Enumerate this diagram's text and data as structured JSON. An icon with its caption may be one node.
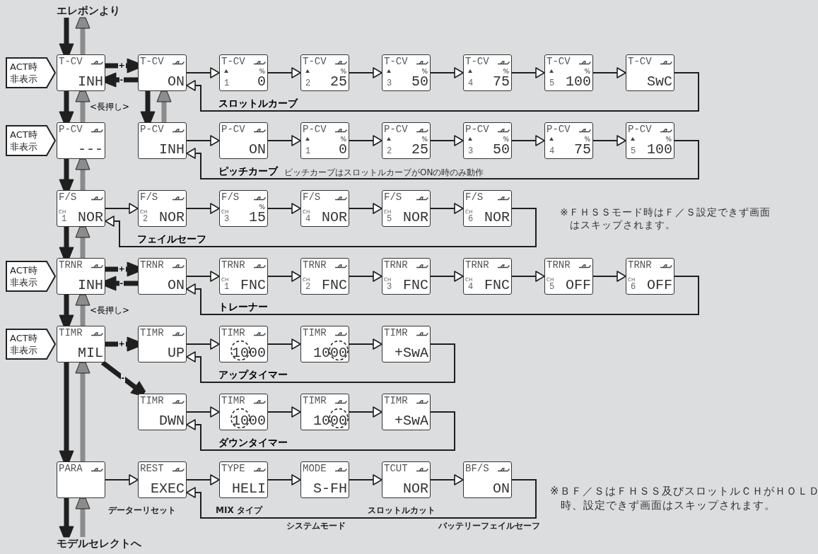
{
  "diagram": {
    "nodes": [
      {
        "text": [
          "エレボンより"
        ]
      },
      {
        "text": [
          "ACT時非表示"
        ]
      },
      {
        "text": [
          "T-CV",
          "INH"
        ]
      },
      {
        "text": [
          "T-CV",
          "ON"
        ]
      },
      {
        "text": [
          "T-CV",
          "1",
          "%",
          "0"
        ]
      },
      {
        "text": [
          "T-CV",
          "2",
          "%",
          "25"
        ]
      },
      {
        "text": [
          "T-CV",
          "3",
          "%",
          "50"
        ]
      },
      {
        "text": [
          "T-CV",
          "4",
          "%",
          "75"
        ]
      },
      {
        "text": [
          "T-CV",
          "5",
          "%",
          "100"
        ]
      },
      {
        "text": [
          "T-CV",
          "SwC"
        ]
      },
      {
        "text": [
          "ACT時非表示"
        ]
      },
      {
        "text": [
          "P-CV",
          "---"
        ]
      },
      {
        "text": [
          "P-CV",
          "INH"
        ]
      },
      {
        "text": [
          "P-CV",
          "ON"
        ]
      },
      {
        "text": [
          "P-CV",
          "1",
          "%",
          "0"
        ]
      },
      {
        "text": [
          "P-CV",
          "2",
          "%",
          "25"
        ]
      },
      {
        "text": [
          "P-CV",
          "3",
          "%",
          "50"
        ]
      },
      {
        "text": [
          "P-CV",
          "4",
          "%",
          "75"
        ]
      },
      {
        "text": [
          "P-CV",
          "5",
          "%",
          "100"
        ]
      },
      {
        "text": [
          "F/S",
          "CH",
          "1",
          "NOR"
        ]
      },
      {
        "text": [
          "F/S",
          "CH",
          "2",
          "NOR"
        ]
      },
      {
        "text": [
          "F/S",
          "CH",
          "3",
          "%",
          "15"
        ]
      },
      {
        "text": [
          "F/S",
          "CH",
          "4",
          "NOR"
        ]
      },
      {
        "text": [
          "F/S",
          "CH",
          "5",
          "NOR"
        ]
      },
      {
        "text": [
          "F/S",
          "CH",
          "6",
          "NOR"
        ]
      },
      {
        "text": [
          "ACT時非表示"
        ]
      },
      {
        "text": [
          "TRNR",
          "INH"
        ]
      },
      {
        "text": [
          "TRNR",
          "ON"
        ]
      },
      {
        "text": [
          "TRNR",
          "CH",
          "1",
          "FNC"
        ]
      },
      {
        "text": [
          "TRNR",
          "CH",
          "2",
          "FNC"
        ]
      },
      {
        "text": [
          "TRNR",
          "CH",
          "3",
          "FNC"
        ]
      },
      {
        "text": [
          "TRNR",
          "CH",
          "4",
          "FNC"
        ]
      },
      {
        "text": [
          "TRNR",
          "CH",
          "5",
          "OFF"
        ]
      },
      {
        "text": [
          "TRNR",
          "CH",
          "6",
          "OFF"
        ]
      },
      {
        "text": [
          "ACT時非表示"
        ]
      },
      {
        "text": [
          "TIMR",
          "MIL"
        ]
      },
      {
        "text": [
          "TIMR",
          "UP"
        ]
      },
      {
        "text": [
          "TIMR",
          "1000"
        ]
      },
      {
        "text": [
          "TIMR",
          "1000"
        ]
      },
      {
        "text": [
          "TIMR",
          "+SwA"
        ]
      },
      {
        "text": [
          "TIMR",
          "DWN"
        ]
      },
      {
        "text": [
          "TIMR",
          "1000"
        ]
      },
      {
        "text": [
          "TIMR",
          "1000"
        ]
      },
      {
        "text": [
          "TIMR",
          "+SwA"
        ]
      },
      {
        "text": [
          "PARA"
        ]
      },
      {
        "text": [
          "REST",
          "EXEC"
        ],
        "beside": [
          "データーリセット"
        ]
      },
      {
        "text": [
          "TYPE",
          "HELI"
        ],
        "beside": [
          "MIX タイプ"
        ]
      },
      {
        "text": [
          "MODE",
          "S-FH"
        ],
        "beside": [
          "システムモード"
        ]
      },
      {
        "text": [
          "TCUT",
          "NOR"
        ],
        "beside": [
          "スロットルカット"
        ]
      },
      {
        "text": [
          "BF/S",
          "ON"
        ],
        "beside": [
          "バッテリーフェイルセーフ"
        ]
      },
      {
        "text": [
          "モデルセレクトへ"
        ]
      }
    ],
    "edges": [
      {
        "from": 0,
        "to": 2,
        "arrow": "to",
        "style": "thick"
      },
      {
        "from": 2,
        "to": 0,
        "arrow": "to",
        "style": "thick",
        "color": "#8c8c8c"
      },
      {
        "from": 2,
        "to": 3,
        "arrow": "to",
        "style": "thick",
        "label": "+"
      },
      {
        "from": 3,
        "to": 2,
        "arrow": "to",
        "style": "thick",
        "label": "-"
      },
      {
        "from": 3,
        "to": 4,
        "arrow": "to"
      },
      {
        "from": 4,
        "to": 5,
        "arrow": "to"
      },
      {
        "from": 5,
        "to": 6,
        "arrow": "to"
      },
      {
        "from": 6,
        "to": 7,
        "arrow": "to"
      },
      {
        "from": 7,
        "to": 8,
        "arrow": "to"
      },
      {
        "from": 8,
        "to": 9,
        "arrow": "to"
      },
      {
        "from": 9,
        "to": 3,
        "arrow": "to",
        "label": "スロットルカーブ"
      },
      {
        "from": 2,
        "to": 11,
        "arrow": "to",
        "style": "thick"
      },
      {
        "from": 11,
        "to": 2,
        "arrow": "to",
        "style": "thick",
        "color": "#8c8c8c",
        "label": "<長押し>"
      },
      {
        "from": 3,
        "to": 12,
        "arrow": "to",
        "style": "thick"
      },
      {
        "from": 12,
        "to": 3,
        "arrow": "to",
        "style": "thick",
        "color": "#8c8c8c"
      },
      {
        "from": 12,
        "to": 13,
        "arrow": "to"
      },
      {
        "from": 13,
        "to": 14,
        "arrow": "to"
      },
      {
        "from": 14,
        "to": 15,
        "arrow": "to"
      },
      {
        "from": 15,
        "to": 16,
        "arrow": "to"
      },
      {
        "from": 16,
        "to": 17,
        "arrow": "to"
      },
      {
        "from": 17,
        "to": 18,
        "arrow": "to"
      },
      {
        "from": 18,
        "to": 12,
        "arrow": "to",
        "label": "ピッチカーブ"
      },
      {
        "from": 11,
        "to": 19,
        "arrow": "to",
        "style": "thick"
      },
      {
        "from": 19,
        "to": 11,
        "arrow": "to",
        "style": "thick",
        "color": "#8c8c8c"
      },
      {
        "from": 19,
        "to": 20,
        "arrow": "to"
      },
      {
        "from": 20,
        "to": 21,
        "arrow": "to"
      },
      {
        "from": 21,
        "to": 22,
        "arrow": "to"
      },
      {
        "from": 22,
        "to": 23,
        "arrow": "to"
      },
      {
        "from": 23,
        "to": 24,
        "arrow": "to"
      },
      {
        "from": 24,
        "to": 19,
        "arrow": "to",
        "label": "フェイルセーフ"
      },
      {
        "from": 19,
        "to": 26,
        "arrow": "to",
        "style": "thick"
      },
      {
        "from": 26,
        "to": 19,
        "arrow": "to",
        "style": "thick",
        "color": "#8c8c8c"
      },
      {
        "from": 26,
        "to": 27,
        "arrow": "to",
        "style": "thick",
        "label": "+"
      },
      {
        "from": 27,
        "to": 26,
        "arrow": "to",
        "style": "thick",
        "label": "-"
      },
      {
        "from": 27,
        "to": 28,
        "arrow": "to"
      },
      {
        "from": 28,
        "to": 29,
        "arrow": "to"
      },
      {
        "from": 29,
        "to": 30,
        "arrow": "to"
      },
      {
        "from": 30,
        "to": 31,
        "arrow": "to"
      },
      {
        "from": 31,
        "to": 32,
        "arrow": "to"
      },
      {
        "from": 32,
        "to": 33,
        "arrow": "to"
      },
      {
        "from": 33,
        "to": 27,
        "arrow": "to",
        "label": "トレーナー"
      },
      {
        "from": 26,
        "to": 35,
        "arrow": "to",
        "style": "thick"
      },
      {
        "from": 35,
        "to": 26,
        "arrow": "to",
        "style": "thick",
        "color": "#8c8c8c",
        "label": "<長押し>"
      },
      {
        "from": 35,
        "to": 36,
        "arrow": "to",
        "style": "thick",
        "label": "+"
      },
      {
        "from": 35,
        "to": 40,
        "arrow": "to",
        "style": "thick",
        "label": "-"
      },
      {
        "from": 36,
        "to": 37,
        "arrow": "to"
      },
      {
        "from": 37,
        "to": 38,
        "arrow": "to"
      },
      {
        "from": 38,
        "to": 39,
        "arrow": "to"
      },
      {
        "from": 39,
        "to": 36,
        "arrow": "to",
        "label": "アップタイマー"
      },
      {
        "from": 40,
        "to": 41,
        "arrow": "to"
      },
      {
        "from": 41,
        "to": 42,
        "arrow": "to"
      },
      {
        "from": 42,
        "to": 43,
        "arrow": "to"
      },
      {
        "from": 43,
        "to": 40,
        "arrow": "to",
        "label": "ダウンタイマー"
      },
      {
        "from": 35,
        "to": 44,
        "arrow": "to",
        "style": "thick"
      },
      {
        "from": 44,
        "to": 35,
        "arrow": "to",
        "style": "thick",
        "color": "#8c8c8c"
      },
      {
        "from": 44,
        "to": 45,
        "arrow": "to"
      },
      {
        "from": 45,
        "to": 46,
        "arrow": "to"
      },
      {
        "from": 46,
        "to": 47,
        "arrow": "to"
      },
      {
        "from": 47,
        "to": 48,
        "arrow": "to"
      },
      {
        "from": 48,
        "to": 49,
        "arrow": "to"
      },
      {
        "from": 49,
        "to": 45,
        "arrow": "to"
      },
      {
        "from": 44,
        "to": 50,
        "arrow": "to",
        "style": "thick"
      },
      {
        "from": 50,
        "to": 44,
        "arrow": "to",
        "style": "thick",
        "color": "#8c8c8c"
      }
    ],
    "labels": [
      "ピッチカーブはスロットルカーブがONの時のみ動作",
      "※ＦＨＳＳモード時はＦ／Ｓ設定できず画面はスキップされます。",
      "※ＢＦ／ＳはＦＨＳＳ及びスロットルＣＨがＨＯＬＤ時、設定できず画面はスキップされます。"
    ]
  }
}
